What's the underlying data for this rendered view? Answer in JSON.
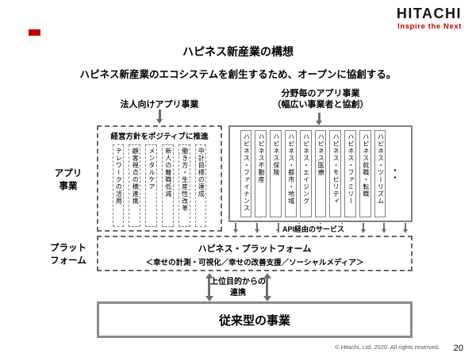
{
  "logo": {
    "name": "HITACHI",
    "tagline": "Inspire the Next"
  },
  "slide": {
    "title": "ハピネス新産業の構想",
    "subtitle": "ハピネス新産業のエコシステムを創生するため、オープンに協創する。"
  },
  "labels": {
    "app_business": "アプリ\n事業",
    "platform": "プラット\nフォーム",
    "link": "上位目的からの\n連携"
  },
  "corporate_apps": {
    "header": "法人向けアプリ事業",
    "box_title": "経営方針をポジティブに推進",
    "items": [
      "テレワークの活用",
      "顧客視点の横連携",
      "メンタルケア",
      "新人の離職低減",
      "働き方・生産性改革",
      "中計目標の達成"
    ]
  },
  "field_apps": {
    "header": "分野毎のアプリ事業\n（幅広い事業者と協創）",
    "items": [
      "ハピネス・ファイナンス",
      "ハピネス不動産",
      "ハピネス保険",
      "ハピネス・都市・地域",
      "ハピネス・エイジング",
      "ハピネス医療",
      "ハピネス・モビリティ",
      "ハピネス・ファミリー",
      "ハピネス就職・転職",
      "ハピネス・ツーリズム"
    ],
    "more": "・・",
    "api_label": "API経由のサービス"
  },
  "platform_box": {
    "title": "ハピネス・プラットフォーム",
    "subtitle": "＜幸せの計測・可視化／幸せの改善支援／ソーシャルメディア＞"
  },
  "legacy_box": {
    "label": "従来型の事業"
  },
  "footer": {
    "copyright": "© Hitachi, Ltd. 2020. All rights reserved.",
    "page": "20"
  },
  "colors": {
    "accent_red": "#c00000",
    "border_gray": "#808080"
  }
}
